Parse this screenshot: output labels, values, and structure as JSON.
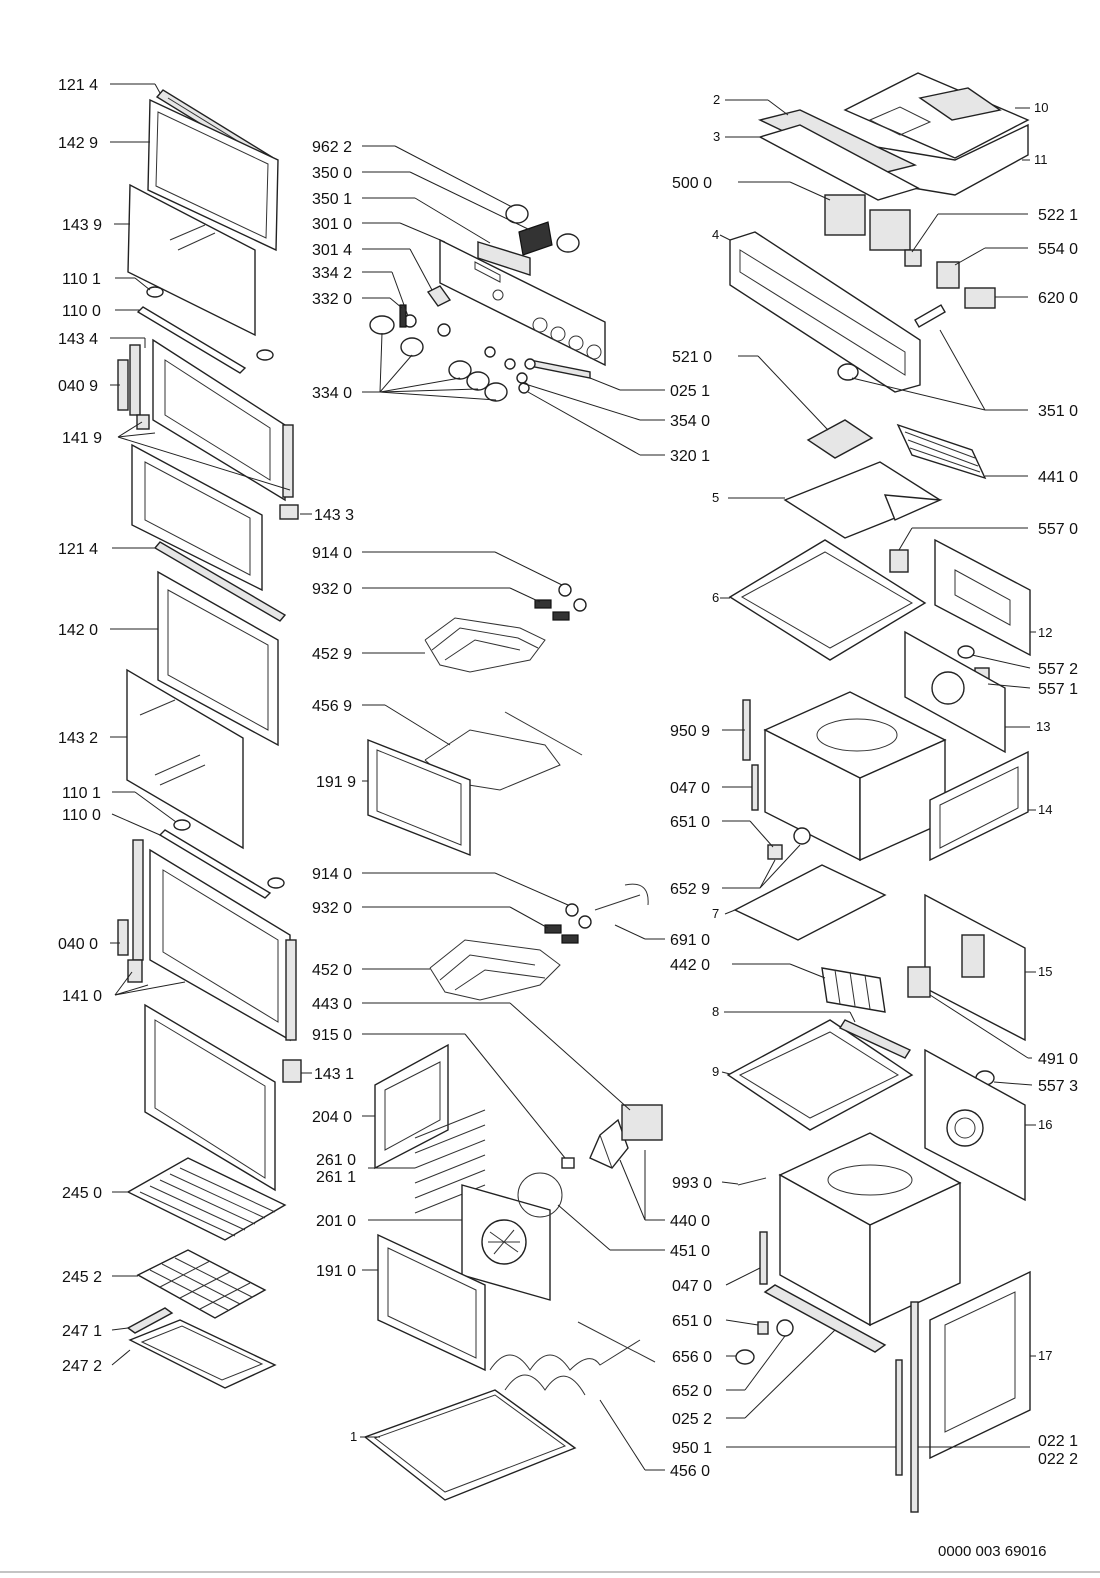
{
  "labels": {
    "l121_4a": "121 4",
    "l142_9": "142 9",
    "l143_9": "143 9",
    "l110_1a": "110 1",
    "l110_0a": "110 0",
    "l143_4": "143 4",
    "l040_9": "040 9",
    "l141_9": "141 9",
    "l143_3": "143 3",
    "l121_4b": "121 4",
    "l142_0": "142 0",
    "l143_2": "143 2",
    "l110_1b": "110 1",
    "l110_0b": "110 0",
    "l040_0": "040 0",
    "l141_0": "141 0",
    "l143_1": "143 1",
    "l245_0": "245 0",
    "l245_2": "245 2",
    "l247_1": "247 1",
    "l247_2": "247 2",
    "l962_2": "962 2",
    "l350_0": "350 0",
    "l350_1": "350 1",
    "l301_0": "301 0",
    "l301_4": "301 4",
    "l334_2": "334 2",
    "l332_0": "332 0",
    "l334_0": "334 0",
    "l025_1": "025 1",
    "l354_0": "354 0",
    "l320_1": "320 1",
    "l914_0a": "914 0",
    "l932_0a": "932 0",
    "l452_9": "452 9",
    "l456_9": "456 9",
    "l191_9": "191 9",
    "l914_0b": "914 0",
    "l932_0b": "932 0",
    "l691_0": "691 0",
    "l452_0": "452 0",
    "l443_0": "443 0",
    "l915_0": "915 0",
    "l204_0": "204 0",
    "l261_0": "261 0",
    "l261_1": "261 1",
    "l201_0": "201 0",
    "l451_0": "451 0",
    "l191_0": "191 0",
    "l440_0": "440 0",
    "l1": "1",
    "l456_0": "456 0",
    "l2": "2",
    "l3": "3",
    "l10": "10",
    "l11": "11",
    "l500_0": "500 0",
    "l522_1": "522 1",
    "l4": "4",
    "l554_0": "554 0",
    "l620_0": "620 0",
    "l521_0": "521 0",
    "l351_0": "351 0",
    "l441_0": "441 0",
    "l5": "5",
    "l557_0": "557 0",
    "l6": "6",
    "l12": "12",
    "l557_2": "557 2",
    "l557_1": "557 1",
    "l950_9": "950 9",
    "l13": "13",
    "l047_0a": "047 0",
    "l14": "14",
    "l651_0a": "651 0",
    "l652_9": "652 9",
    "l7": "7",
    "l442_0": "442 0",
    "l15": "15",
    "l8": "8",
    "l491_0": "491 0",
    "l9": "9",
    "l557_3": "557 3",
    "l16": "16",
    "l993_0": "993 0",
    "l047_0b": "047 0",
    "l651_0b": "651 0",
    "l656_0": "656 0",
    "l652_0": "652 0",
    "l17": "17",
    "l025_2": "025 2",
    "l950_1": "950 1",
    "l022_1": "022 1",
    "l022_2": "022 2"
  },
  "footer": {
    "document_code": "0000 003 69016"
  }
}
